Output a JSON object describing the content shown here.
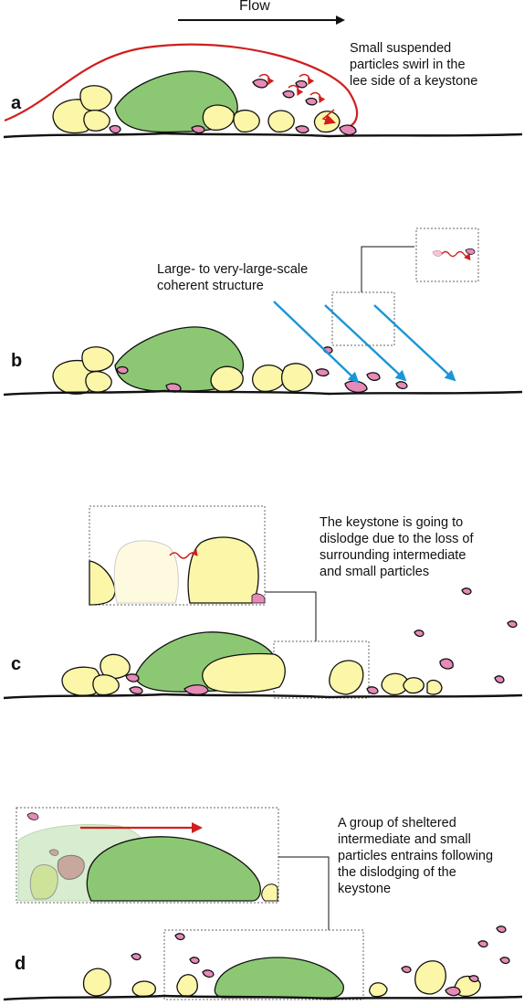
{
  "flow_label": "Flow",
  "panels": [
    {
      "letter": "a",
      "note": "Small suspended\nparticles swirl in the\nlee side of a keystone"
    },
    {
      "letter": "b",
      "note": "Large- to very-large-scale\ncoherent structure"
    },
    {
      "letter": "c",
      "note": "The keystone is going to\ndislodge due to the loss of\nsurrounding intermediate\nand small particles"
    },
    {
      "letter": "d",
      "note": "A group of sheltered\nintermediate and small\nparticles entrains following\nthe dislodging of the\nkeystone"
    }
  ],
  "colors": {
    "keystone": "#8cc874",
    "intermediate_particle": "#fbf6a8",
    "small_particle": "#e68ab7",
    "flow_arrow": "#cf1f1f",
    "coherent_structure_arrow": "#1a96d8",
    "bed": "#111111"
  }
}
